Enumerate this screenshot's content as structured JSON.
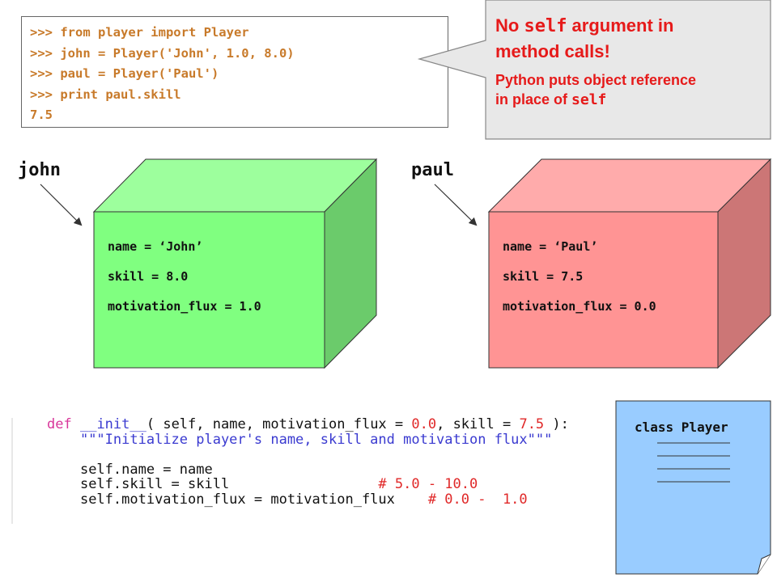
{
  "console": {
    "lines": [
      ">>> from player import Player",
      ">>> john = Player('John', 1.0, 8.0)",
      ">>> paul = Player('Paul')",
      ">>> print paul.skill",
      "7.5"
    ]
  },
  "callout": {
    "line1_pre": "No ",
    "line1_code": "self",
    "line1_post": " argument in",
    "line2": "method calls!",
    "line3": "Python puts object reference",
    "line4_pre": "in place of ",
    "line4_code": "self"
  },
  "objects": [
    {
      "label": "john",
      "attrs": [
        "name = ‘John’",
        "skill = 8.0",
        "motivation_flux = 1.0"
      ],
      "colors": {
        "front": "#80ff80",
        "top": "#9dff9d",
        "side": "#6bcb6b"
      }
    },
    {
      "label": "paul",
      "attrs": [
        "name = ‘Paul’",
        "skill = 7.5",
        "motivation_flux = 0.0"
      ],
      "colors": {
        "front": "#ff9494",
        "top": "#ffabab",
        "side": "#cc7676"
      }
    }
  ],
  "code": {
    "l1": {
      "def": "def",
      "fname": "__init__",
      "args_a": "( self, name, motivation_flux = ",
      "n1": "0.0",
      "args_b": ", skill = ",
      "n2": "7.5",
      "args_c": " ):"
    },
    "l2": "\"\"\"Initialize player's name, skill and motivation flux\"\"\"",
    "l3": "self.name = name",
    "l4a": "self.skill = skill                  ",
    "l4c": "# 5.0 - 10.0",
    "l5a": "self.motivation_flux = motivation_flux    ",
    "l5c": "# 0.0 -  1.0"
  },
  "class_doc": {
    "title": "class Player",
    "color": "#99ccff"
  }
}
